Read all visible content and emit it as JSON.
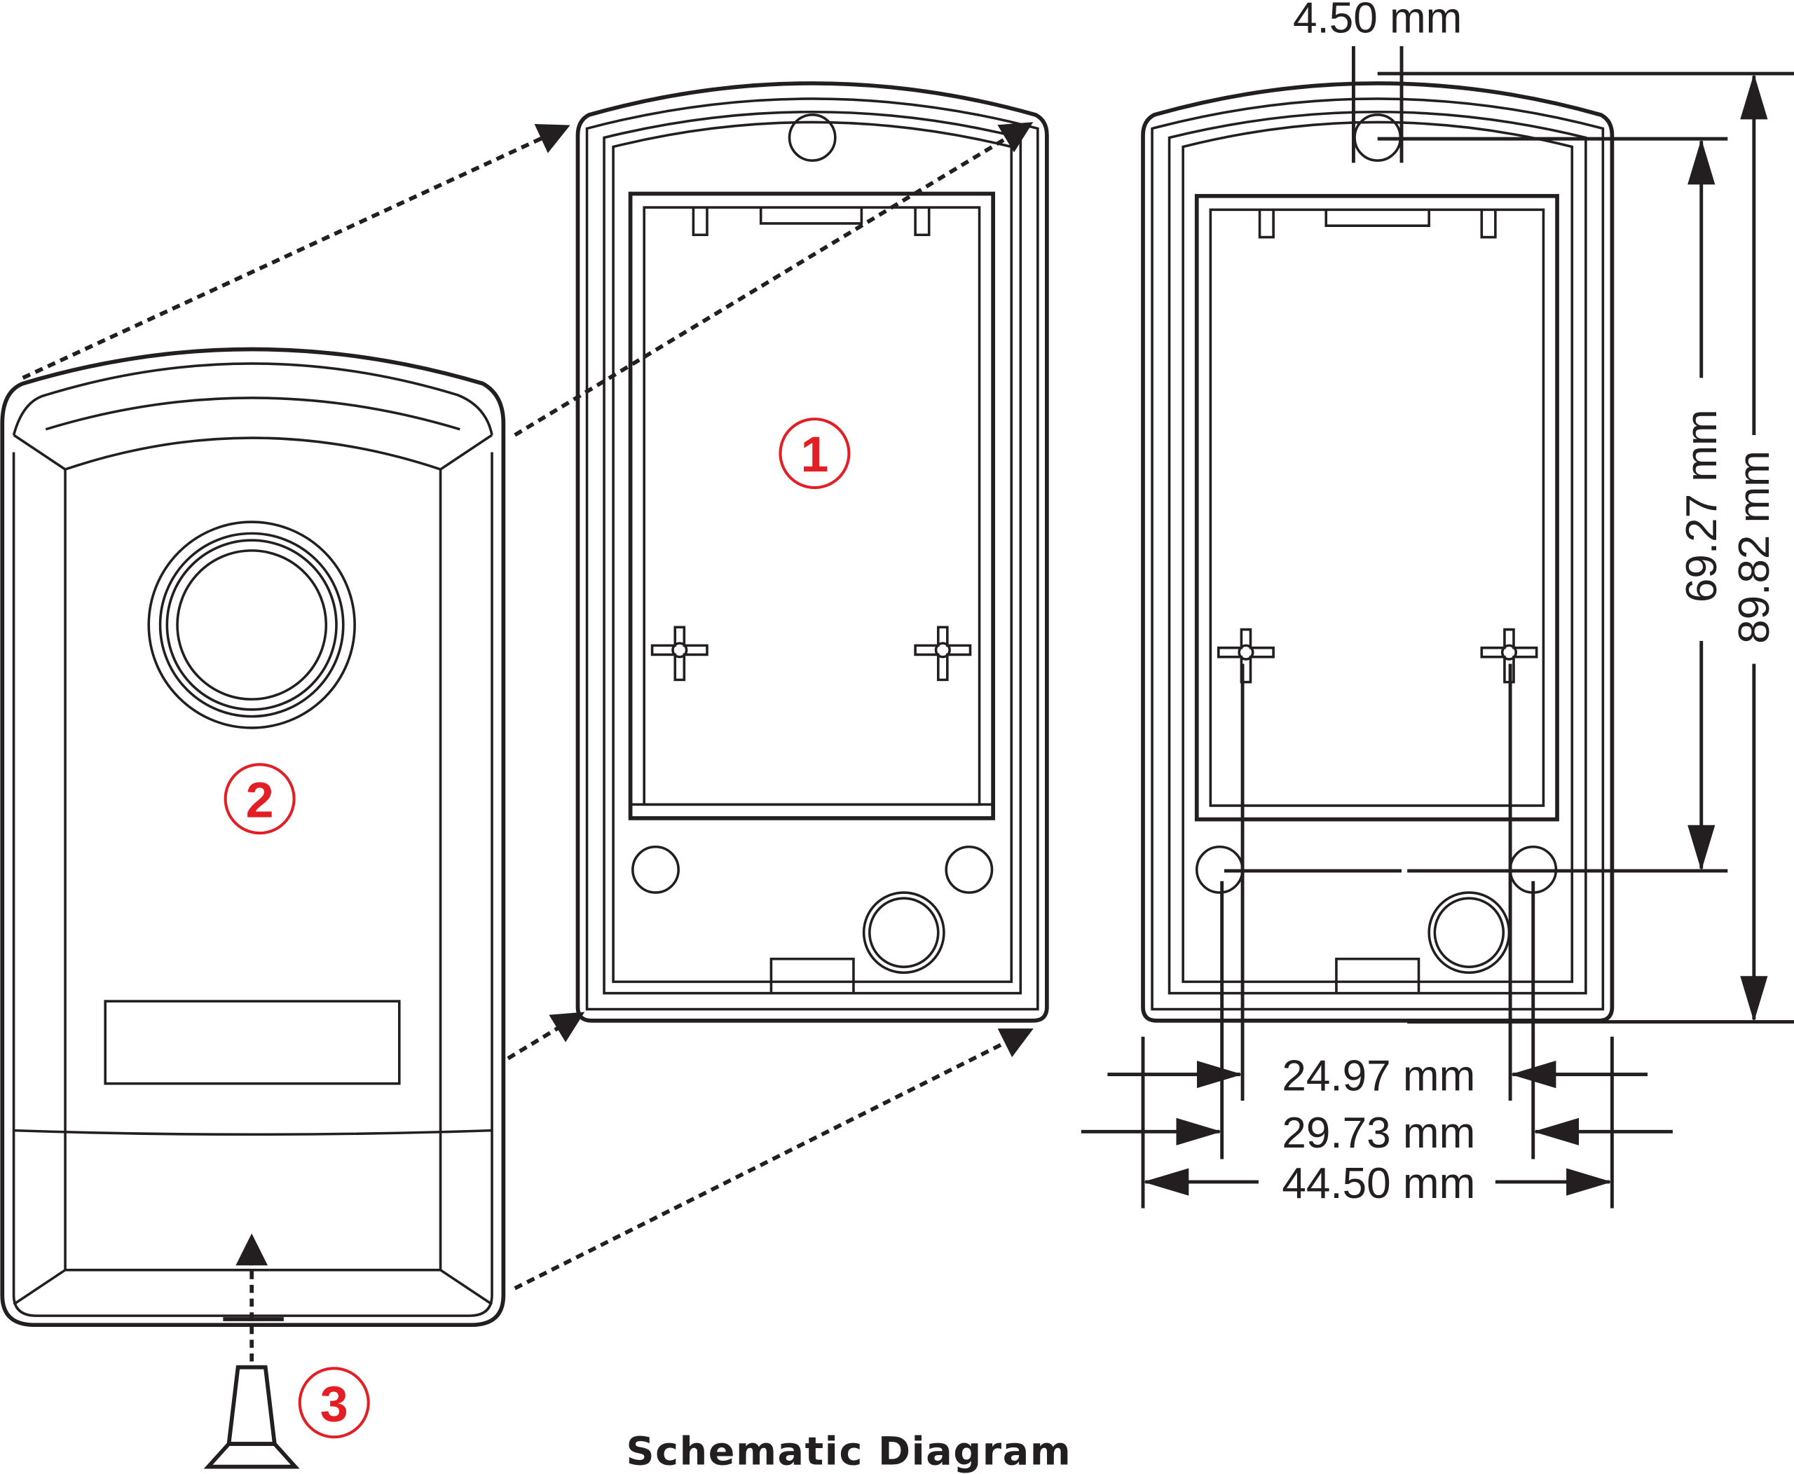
{
  "title": "Schematic Diagram",
  "callouts": {
    "part1": "1",
    "part2": "2",
    "part3": "3"
  },
  "dimensions": {
    "hole_diameter": "4.50 mm",
    "hole_vertical_spacing": "69.27 mm",
    "total_height": "89.82 mm",
    "inner_hole_spacing": "24.97 mm",
    "outer_hole_spacing": "29.73 mm",
    "total_width": "44.50 mm"
  },
  "colors": {
    "line": "#231f20",
    "callout": "#e31e24"
  }
}
